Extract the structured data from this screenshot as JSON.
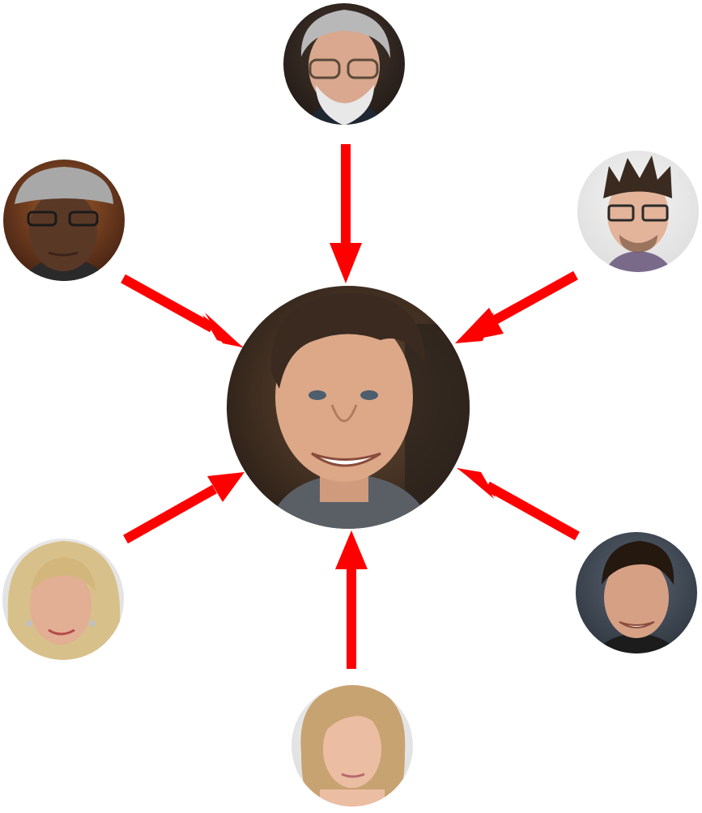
{
  "diagram": {
    "center_node": {
      "id": "center",
      "icon": "portrait-photo-icon",
      "description_hidden": true
    },
    "outer_nodes": [
      {
        "id": "top",
        "icon": "portrait-photo-icon"
      },
      {
        "id": "upper-left",
        "icon": "portrait-photo-icon"
      },
      {
        "id": "upper-right",
        "icon": "portrait-photo-icon"
      },
      {
        "id": "lower-left",
        "icon": "portrait-photo-icon"
      },
      {
        "id": "lower-right",
        "icon": "portrait-photo-icon"
      },
      {
        "id": "bottom",
        "icon": "portrait-photo-icon"
      }
    ],
    "edges": [
      {
        "from": "top",
        "to": "center"
      },
      {
        "from": "upper-left",
        "to": "center"
      },
      {
        "from": "upper-right",
        "to": "center"
      },
      {
        "from": "lower-left",
        "to": "center"
      },
      {
        "from": "lower-right",
        "to": "center"
      },
      {
        "from": "bottom",
        "to": "center"
      }
    ],
    "colors": {
      "arrow": "#ff0000",
      "background": "#ffffff"
    }
  }
}
